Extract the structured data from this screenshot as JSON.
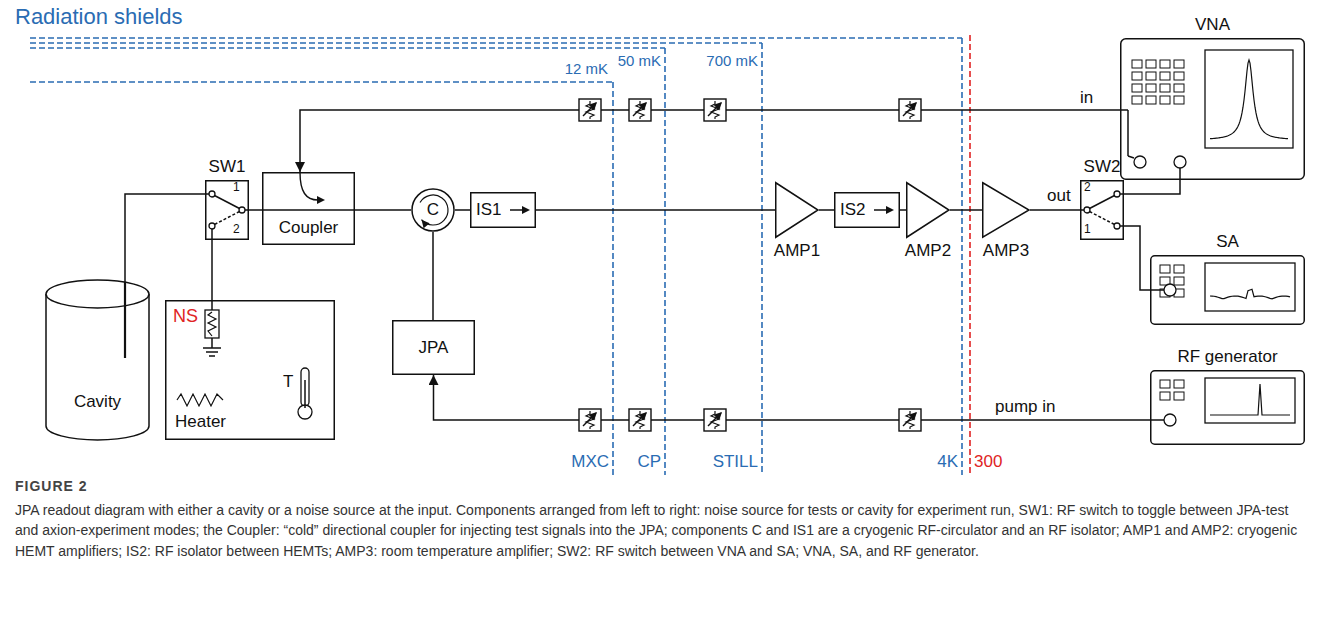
{
  "diagram": {
    "title": "Radiation shields",
    "caption": "JPA readout diagram with either a cavity or a noise source at the input. Components arranged from left to right: noise source for tests or cavity for experiment run, SW1: RF switch to toggle between JPA-test and axion-experiment modes; the Coupler: “cold” directional coupler for injecting test signals into the JPA; components C and IS1 are a cryogenic RF-circulator and an RF isolator; AMP1 and AMP2: cryogenic HEMT amplifiers; IS2: RF isolator between HEMTs; AMP3: room temperature amplifier; SW2: RF switch between VNA and SA; VNA, SA, and RF generator.",
    "nodes": [
      {
        "text": [
          "SW1"
        ]
      },
      {
        "text": [
          "Coupler"
        ]
      },
      {
        "text": [
          "C"
        ]
      },
      {
        "text": [
          "IS1"
        ]
      },
      {
        "text": [
          "AMP1"
        ]
      },
      {
        "text": [
          "IS2"
        ]
      },
      {
        "text": [
          "AMP2"
        ]
      },
      {
        "text": [
          "AMP3"
        ]
      },
      {
        "text": [
          "SW2"
        ]
      },
      {
        "text": [
          "VNA"
        ]
      },
      {
        "text": [
          "SA"
        ]
      },
      {
        "text": [
          "RF generator"
        ]
      },
      {
        "text": [
          "JPA"
        ]
      },
      {
        "text": [
          "Cavity"
        ]
      },
      {
        "text": [
          "NS",
          "Heater",
          "T"
        ]
      }
    ],
    "edges": [
      {
        "from": 13,
        "to": 0,
        "arrow": "none"
      },
      {
        "from": 14,
        "to": 0,
        "arrow": "none"
      },
      {
        "from": 0,
        "to": 1,
        "arrow": "none"
      },
      {
        "from": 1,
        "to": 2,
        "arrow": "none"
      },
      {
        "from": 2,
        "to": 3,
        "arrow": "none"
      },
      {
        "from": 3,
        "to": 4,
        "arrow": "none"
      },
      {
        "from": 4,
        "to": 5,
        "arrow": "none"
      },
      {
        "from": 5,
        "to": 6,
        "arrow": "none"
      },
      {
        "from": 6,
        "to": 7,
        "arrow": "none"
      },
      {
        "from": 7,
        "to": 8,
        "label": "out",
        "arrow": "none"
      },
      {
        "from": 8,
        "to": 9,
        "arrow": "none"
      },
      {
        "from": 8,
        "to": 10,
        "arrow": "none"
      },
      {
        "from": 9,
        "to": 1,
        "label": "in",
        "arrow": "to"
      },
      {
        "from": 11,
        "to": 12,
        "label": "pump in",
        "arrow": "to"
      },
      {
        "from": 2,
        "to": 12,
        "arrow": "none"
      }
    ],
    "labels": [
      "1",
      "2",
      "2",
      "1",
      "12 mK",
      "50 mK",
      "700 mK",
      "MXC",
      "CP",
      "STILL",
      "4K",
      "300",
      "FIGURE 2"
    ]
  }
}
